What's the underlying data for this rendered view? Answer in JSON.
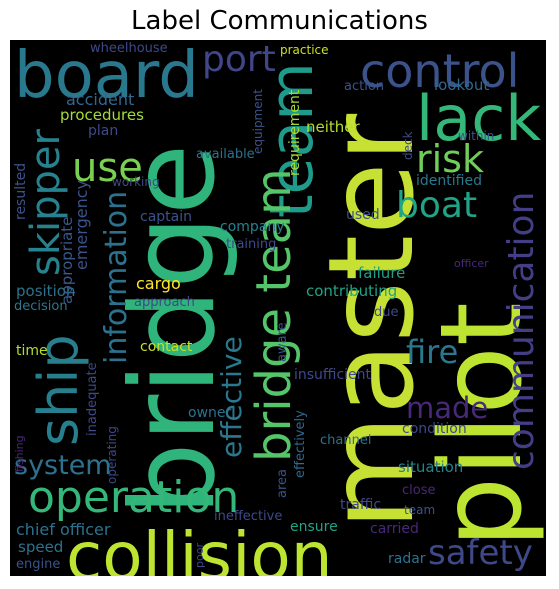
{
  "title": "Label Communications",
  "words": [
    {
      "text": "master",
      "color": "#c6e034"
    },
    {
      "text": "pilot",
      "color": "#bde431"
    },
    {
      "text": "bridge",
      "color": "#2fb47c"
    },
    {
      "text": "collision",
      "color": "#bde431"
    },
    {
      "text": "board",
      "color": "#2a788e"
    },
    {
      "text": "lack",
      "color": "#35b779"
    },
    {
      "text": "team",
      "color": "#1e9b8a"
    },
    {
      "text": "bridge team",
      "color": "#54c568"
    },
    {
      "text": "ship",
      "color": "#277f8e"
    },
    {
      "text": "control",
      "color": "#3b528b"
    },
    {
      "text": "operation",
      "color": "#35b779"
    },
    {
      "text": "communication",
      "color": "#433e85"
    },
    {
      "text": "skipper",
      "color": "#26828e"
    },
    {
      "text": "risk",
      "color": "#6ece58"
    },
    {
      "text": "use",
      "color": "#7ad151"
    },
    {
      "text": "boat",
      "color": "#20a486"
    },
    {
      "text": "information",
      "color": "#2c728e"
    },
    {
      "text": "port",
      "color": "#404688"
    },
    {
      "text": "system",
      "color": "#2d718e"
    },
    {
      "text": "safety",
      "color": "#3e4989"
    },
    {
      "text": "fire",
      "color": "#2a788e"
    },
    {
      "text": "made",
      "color": "#482878"
    },
    {
      "text": "effective",
      "color": "#2a788e"
    },
    {
      "text": "accident",
      "color": "#31688e"
    },
    {
      "text": "procedures",
      "color": "#a5db36"
    },
    {
      "text": "plan",
      "color": "#3e4989"
    },
    {
      "text": "emergency",
      "color": "#3b528b"
    },
    {
      "text": "appropriate",
      "color": "#38598c"
    },
    {
      "text": "resulted",
      "color": "#3b528b"
    },
    {
      "text": "working",
      "color": "#3e4989"
    },
    {
      "text": "available",
      "color": "#2c728e"
    },
    {
      "text": "equipment",
      "color": "#3b528b"
    },
    {
      "text": "requirement",
      "color": "#a5db36"
    },
    {
      "text": "neither",
      "color": "#b5de2b"
    },
    {
      "text": "action",
      "color": "#3b528b"
    },
    {
      "text": "lookout",
      "color": "#31688e"
    },
    {
      "text": "deck",
      "color": "#3e4989"
    },
    {
      "text": "within",
      "color": "#3b528b"
    },
    {
      "text": "identified",
      "color": "#2a788e"
    },
    {
      "text": "wheelhouse",
      "color": "#3e4989"
    },
    {
      "text": "practice",
      "color": "#c8e020"
    },
    {
      "text": "captain",
      "color": "#3b528b"
    },
    {
      "text": "company",
      "color": "#26828e"
    },
    {
      "text": "used",
      "color": "#3b528b"
    },
    {
      "text": "training",
      "color": "#3e4989"
    },
    {
      "text": "cargo",
      "color": "#fde725"
    },
    {
      "text": "failure",
      "color": "#1f9e89"
    },
    {
      "text": "contributing",
      "color": "#20a486"
    },
    {
      "text": "officer",
      "color": "#482878"
    },
    {
      "text": "position",
      "color": "#2c728e"
    },
    {
      "text": "approach",
      "color": "#3e4989"
    },
    {
      "text": "decision",
      "color": "#2a788e"
    },
    {
      "text": "due",
      "color": "#3e4989"
    },
    {
      "text": "time",
      "color": "#b5de2b"
    },
    {
      "text": "contact",
      "color": "#c8e020"
    },
    {
      "text": "aware",
      "color": "#3b528b"
    },
    {
      "text": "insufficient",
      "color": "#3e4989"
    },
    {
      "text": "inadequate",
      "color": "#3e4989"
    },
    {
      "text": "operating",
      "color": "#3e4989"
    },
    {
      "text": "owner",
      "color": "#2c728e"
    },
    {
      "text": "fishing",
      "color": "#482878"
    },
    {
      "text": "condition",
      "color": "#3e4989"
    },
    {
      "text": "channel",
      "color": "#2c728e"
    },
    {
      "text": "area",
      "color": "#3b528b"
    },
    {
      "text": "effectively",
      "color": "#31688e"
    },
    {
      "text": "situation",
      "color": "#26828e"
    },
    {
      "text": "ineffective",
      "color": "#3e4989"
    },
    {
      "text": "ensure",
      "color": "#20a486"
    },
    {
      "text": "traffic",
      "color": "#3e4989"
    },
    {
      "text": "close",
      "color": "#482878"
    },
    {
      "text": "team",
      "color": "#3b528b"
    },
    {
      "text": "chief officer",
      "color": "#2c728e"
    },
    {
      "text": "poor",
      "color": "#3e4989"
    },
    {
      "text": "carried",
      "color": "#482878"
    },
    {
      "text": "speed",
      "color": "#2c728e"
    },
    {
      "text": "engine",
      "color": "#3b528b"
    },
    {
      "text": "radar",
      "color": "#2c728e"
    }
  ]
}
